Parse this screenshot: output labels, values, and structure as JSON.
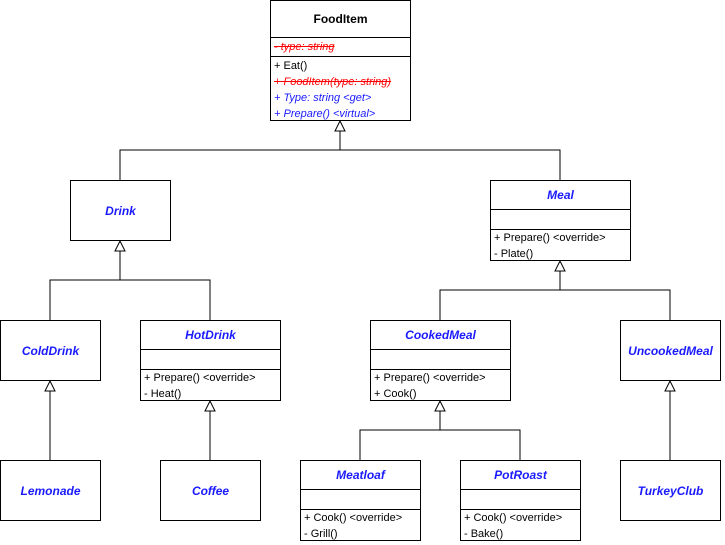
{
  "diagram": {
    "food_item": {
      "name": "FoodItem",
      "fields": [
        "- type: string"
      ],
      "methods": [
        "+ Eat()",
        "+ FoodItem(type: string)",
        "+ Type: string <get>",
        "+ Prepare() <virtual>"
      ]
    },
    "drink": {
      "name": "Drink"
    },
    "meal": {
      "name": "Meal",
      "methods": [
        "+ Prepare() <override>",
        "-  Plate()"
      ]
    },
    "cold_drink": {
      "name": "ColdDrink"
    },
    "hot_drink": {
      "name": "HotDrink",
      "methods": [
        "+ Prepare() <override>",
        "-  Heat()"
      ]
    },
    "cooked_meal": {
      "name": "CookedMeal",
      "methods": [
        "+ Prepare() <override>",
        "+ Cook()"
      ]
    },
    "uncooked_meal": {
      "name": "UncookedMeal"
    },
    "lemonade": {
      "name": "Lemonade"
    },
    "coffee": {
      "name": "Coffee"
    },
    "meatloaf": {
      "name": "Meatloaf",
      "methods": [
        "+ Cook() <override>",
        "-  Grill()"
      ]
    },
    "pot_roast": {
      "name": "PotRoast",
      "methods": [
        "+ Cook() <override>",
        "-  Bake()"
      ]
    },
    "turkey_club": {
      "name": "TurkeyClub"
    }
  }
}
